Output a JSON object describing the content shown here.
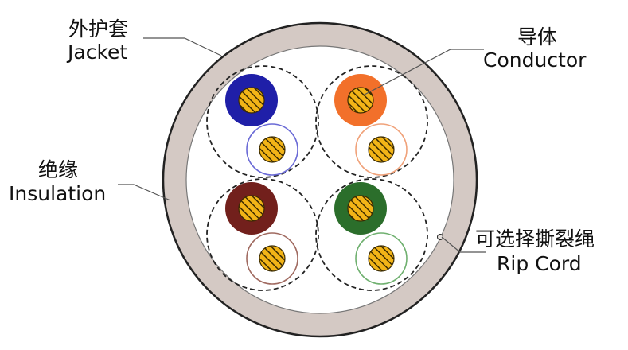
{
  "labels": {
    "jacket_cn": "外护套",
    "jacket_en": "Jacket",
    "conductor_cn": "导体",
    "conductor_en": "Conductor",
    "insulation_cn": "绝缘",
    "insulation_en": "Insulation",
    "ripcord_cn": "可选择撕裂绳",
    "ripcord_en": "Rip Cord"
  },
  "colors": {
    "jacket": "#d4c9c4",
    "outline": "#222222",
    "conductor": "#f2b417",
    "conductor_hatch": "#3a2a00",
    "pair_blue": "#1f1fa8",
    "pair_blue_white": "#6a6ad6",
    "pair_orange": "#f2702a",
    "pair_orange_white": "#f0a27a",
    "pair_brown": "#72201c",
    "pair_brown_white": "#a06a60",
    "pair_green": "#2b6e2b",
    "pair_green_white": "#6fb06f"
  },
  "pairs": [
    {
      "name": "blue",
      "solid_color_key": "pair_blue",
      "white_color_key": "pair_blue_white"
    },
    {
      "name": "orange",
      "solid_color_key": "pair_orange",
      "white_color_key": "pair_orange_white"
    },
    {
      "name": "brown",
      "solid_color_key": "pair_brown",
      "white_color_key": "pair_brown_white"
    },
    {
      "name": "green",
      "solid_color_key": "pair_green",
      "white_color_key": "pair_green_white"
    }
  ]
}
